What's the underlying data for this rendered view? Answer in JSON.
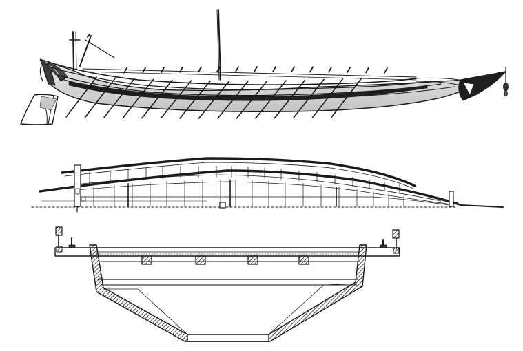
{
  "figure": {
    "views": [
      {
        "id": "galley-profile",
        "kind": "side elevation of oared galley with mast, oars and rudder"
      },
      {
        "id": "hull-plank-elevation",
        "kind": "side elevation of hull planking"
      },
      {
        "id": "hull-cross-section",
        "kind": "trapezoidal transverse section with deck beams"
      }
    ],
    "counts": {
      "oars": 15,
      "oar_tholes": 15,
      "deck_beam_blocks": 4
    },
    "style": {
      "ink": "#1a1a1a",
      "hull_dark": "#2a2a2a",
      "shade": "#bdbdbd",
      "paper": "#ffffff"
    }
  }
}
